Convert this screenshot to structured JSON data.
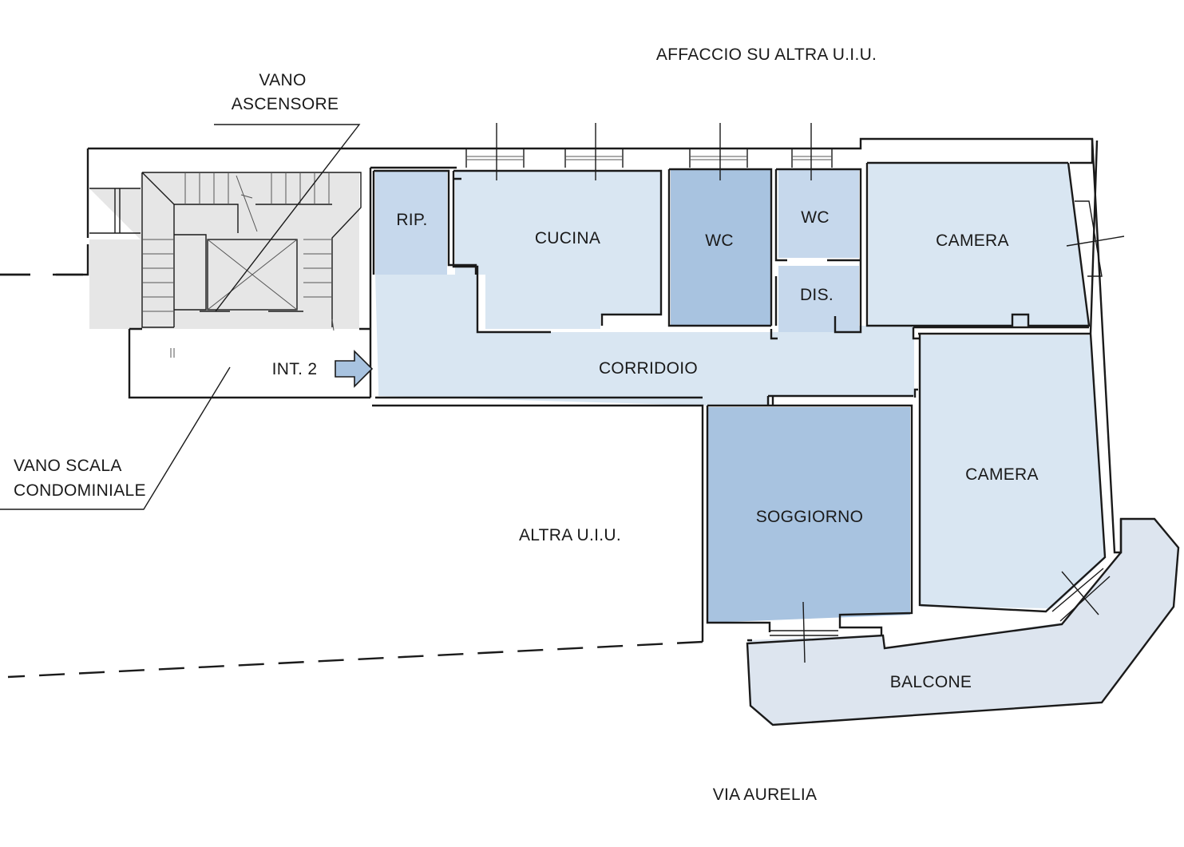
{
  "labels": {
    "affaccio": "AFFACCIO SU ALTRA U.I.U.",
    "vano_ascensore_1": "VANO",
    "vano_ascensore_2": "ASCENSORE",
    "vano_scala_1": "VANO SCALA",
    "vano_scala_2": "CONDOMINIALE",
    "int": "INT. 2",
    "altra_uiu": "ALTRA U.I.U.",
    "via": "VIA AURELIA"
  },
  "rooms": {
    "rip": "RIP.",
    "cucina": "CUCINA",
    "wc1": "WC",
    "wc2": "WC",
    "dis": "DIS.",
    "camera1": "CAMERA",
    "corridoio": "CORRIDOIO",
    "soggiorno": "SOGGIORNO",
    "camera2": "CAMERA",
    "balcone": "BALCONE"
  },
  "colors": {
    "light": "#d9e6f2",
    "medium": "#c6d8ec",
    "dark": "#a8c3e0",
    "balcony": "#dde5ef",
    "stair": "#e6e6e6"
  }
}
